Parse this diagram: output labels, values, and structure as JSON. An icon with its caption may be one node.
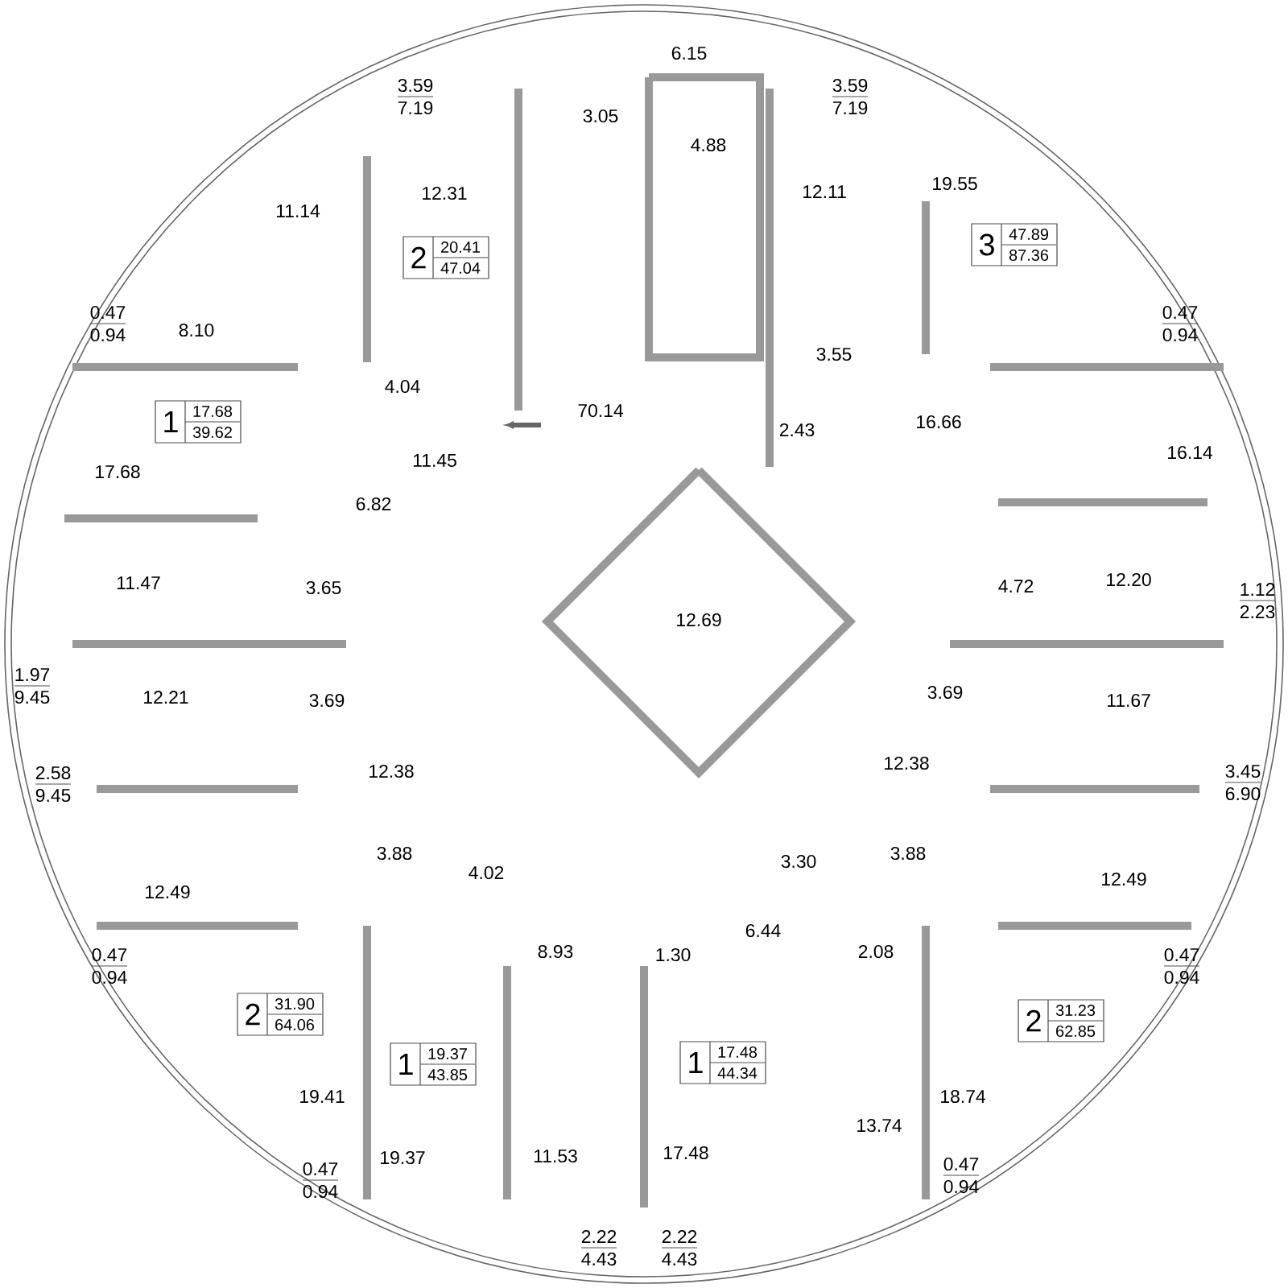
{
  "diagram": {
    "nodes": [
      {
        "text": [
          "2",
          "20.41",
          "47.04"
        ]
      },
      {
        "text": [
          "3",
          "47.89",
          "87.36"
        ]
      },
      {
        "text": [
          "1",
          "17.68",
          "39.62"
        ]
      },
      {
        "text": [
          "2",
          "31.90",
          "64.06"
        ]
      },
      {
        "text": [
          "2",
          "31.23",
          "62.85"
        ]
      },
      {
        "text": [
          "1",
          "17.48",
          "44.34"
        ]
      },
      {
        "text": [
          "1",
          "19.37",
          "43.85"
        ]
      }
    ],
    "labels": [
      "6.15",
      "3.59",
      "7.19",
      "3.59",
      "7.19",
      "3.05",
      "4.88",
      "19.55",
      "12.11",
      "12.31",
      "11.14",
      "0.47",
      "0.94",
      "0.47",
      "0.94",
      "8.10",
      "3.55",
      "4.04",
      "70.14",
      "16.66",
      "2.43",
      "16.14",
      "11.45",
      "17.68",
      "6.82",
      "12.20",
      "1.12",
      "2.23",
      "11.47",
      "3.65",
      "4.72",
      "12.69",
      "1.97",
      "9.45",
      "3.69",
      "3.69",
      "12.21",
      "11.67",
      "12.38",
      "12.38",
      "2.58",
      "9.45",
      "3.45",
      "6.90",
      "3.88",
      "3.88",
      "3.30",
      "4.02",
      "12.49",
      "12.49",
      "6.44",
      "8.93",
      "2.08",
      "1.30",
      "0.47",
      "0.94",
      "0.47",
      "0.94",
      "19.41",
      "18.74",
      "13.74",
      "17.48",
      "11.53",
      "19.37",
      "0.47",
      "0.94",
      "0.47",
      "0.94",
      "2.22",
      "4.43",
      "2.22",
      "4.43"
    ]
  }
}
